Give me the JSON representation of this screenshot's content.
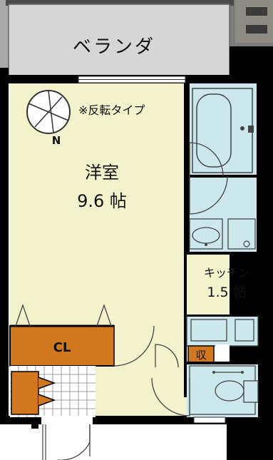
{
  "colors": {
    "living": "#f2f2cc",
    "wet_area": "#cde8ed",
    "closet": "#d1781f",
    "balcony": "#d6d6d6",
    "wall": "#000000",
    "fixture_stroke": "#4a4a4a",
    "building_exterior": "#9a9a9a"
  },
  "icons": [
    "compass-icon",
    "north-arrow-icon",
    "door-swing-icon",
    "bathtub-icon",
    "washbasin-icon",
    "toilet-icon",
    "sink-icon",
    "washing-machine-pan-icon"
  ],
  "rooms": {
    "balcony": {
      "label": "ベランダ"
    },
    "western_room": {
      "label": "洋室",
      "size": "9.6 帖"
    },
    "kitchen": {
      "label": "キッチン",
      "size": "1.5 帖"
    },
    "closet": {
      "label": "CL"
    },
    "storage": {
      "label": "収"
    }
  },
  "notes": {
    "flip": "※反転タイプ"
  },
  "compass": {
    "north_label": "N"
  }
}
